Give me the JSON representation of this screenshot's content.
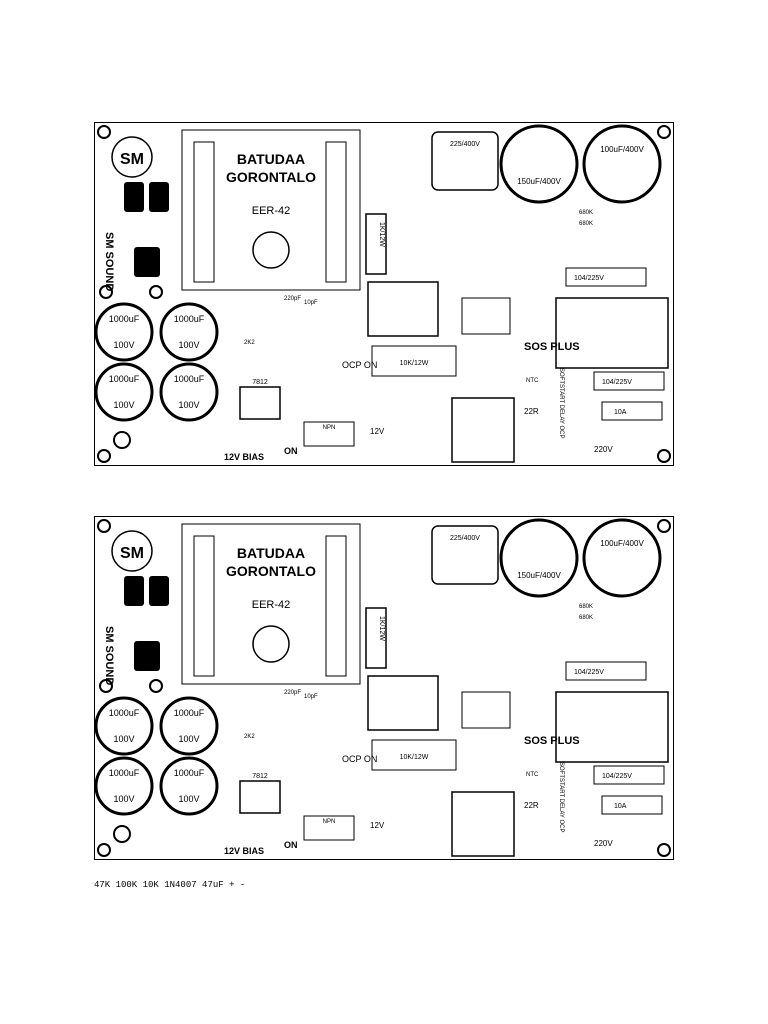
{
  "board": {
    "transformer_line1": "BATUDAA",
    "transformer_line2": "GORONTALO",
    "transformer_core": "EER-42",
    "logo_monogram": "SM",
    "brand_vertical": "SM SOUND",
    "cap_top_small": "225/400V",
    "cap_top_mid": "150uF/400V",
    "cap_top_right": "100uF/400V",
    "cap_main": "1000uF",
    "cap_main_volt": "100V",
    "cap_film_1": "104/225V",
    "cap_film_2": "104/225V",
    "res_1": "1K/12W",
    "res_2": "10K/12W",
    "res_3": "680K",
    "res_4": "680K",
    "res_5": "47K",
    "res_6": "100K",
    "res_7": "10K",
    "reg": "7812",
    "npn": "NPN",
    "label_ocp": "OCP ON",
    "label_12v": "12V",
    "label_12v_bias": "12V BIAS",
    "label_on": "ON",
    "label_softstart": "SOFTSTART DELAY OCP",
    "label_22r": "22R",
    "label_ntc": "NTC",
    "label_10a": "10A",
    "label_220v": "220V",
    "label_sos": "SOS PLUS",
    "label_220pf": "220pF",
    "label_10pf": "10pF",
    "label_2k2": "2K2",
    "label_1n4007": "1N4007",
    "label_47uf": "47uF",
    "label_plus": "+",
    "label_minus": "-"
  }
}
